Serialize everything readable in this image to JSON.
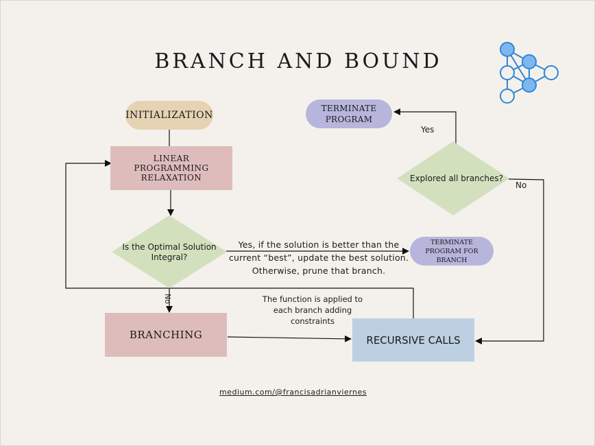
{
  "title": "BRANCH AND BOUND",
  "nodes": {
    "initialization": "INITIALIZATION",
    "lp_relaxation": "LINEAR PROGRAMMING RELAXATION",
    "decision_optimal": "Is the Optimal Solution Integral?",
    "branching": "BRANCHING",
    "recursive_calls": "RECURSIVE CALLS",
    "decision_explored": "Explored all branches?",
    "terminate_program": "TERMINATE PROGRAM",
    "terminate_branch": "TERMINATE PROGRAM FOR BRANCH"
  },
  "edge_labels": {
    "yes_solution": "Yes, if the solution is better than the current “best”, update the best solution. Otherwise, prune that branch.",
    "no_branch": "No",
    "function_applied": "The function is applied to each branch adding constraints",
    "yes_explored": "Yes",
    "no_explored": "No"
  },
  "footer": "medium.com/@francisadrianviernes",
  "colors": {
    "background": "#f4f1ed",
    "initialization": "#e6d3b3",
    "pink_box": "#dfbcbc",
    "diamond": "#d3e0be",
    "blue_box": "#bdd0e1",
    "terminate": "#b8b5dc",
    "logo": "#2f86d6"
  }
}
